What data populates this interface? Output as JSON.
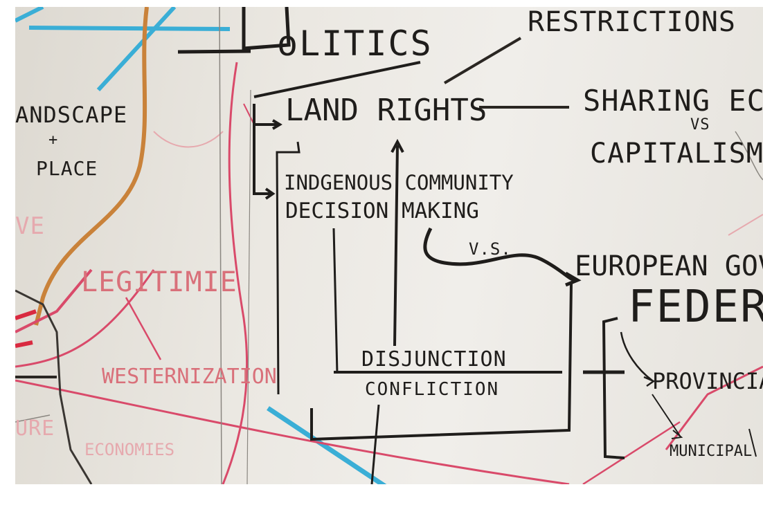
{
  "image": {
    "description_colors": {
      "paper": "#ebe8e2",
      "black_marker": "#1f1d1b",
      "red_marker": "#d9506a",
      "pink_marker": "#e6a9ae",
      "blue_marker": "#3aaed6",
      "orange_marker": "#c9823a"
    }
  },
  "whiteboard": {
    "politics": "oLITICS",
    "restrictions": "RESTRICTIONS",
    "land_rights": "LAND RIGHTS",
    "sharing_eco": "SHARING ECO",
    "vs_small": "VS",
    "capitalism": "CAPITALISM",
    "landscape": "ANDSCAPE",
    "plus": "+",
    "place": "PLACE",
    "indigenous_community": "INDGENOUS COMMUNITY",
    "decision_making": "DECISION MAKING",
    "vs_curve": "V.S.",
    "european_gov": "EUROPEAN GOV",
    "federal": "FEDER",
    "legitimacy": "LEGITIMIE",
    "disjunction": "DISJUNCTION",
    "conflict": "CONFLICTION",
    "provincial": "PROVINCIA",
    "municipal": "MUNICIPAL",
    "westernization": "WESTERNIZATION",
    "economies": "ECONOMIES",
    "faint_left_top": "VE",
    "faint_left_bottom": "URE"
  }
}
